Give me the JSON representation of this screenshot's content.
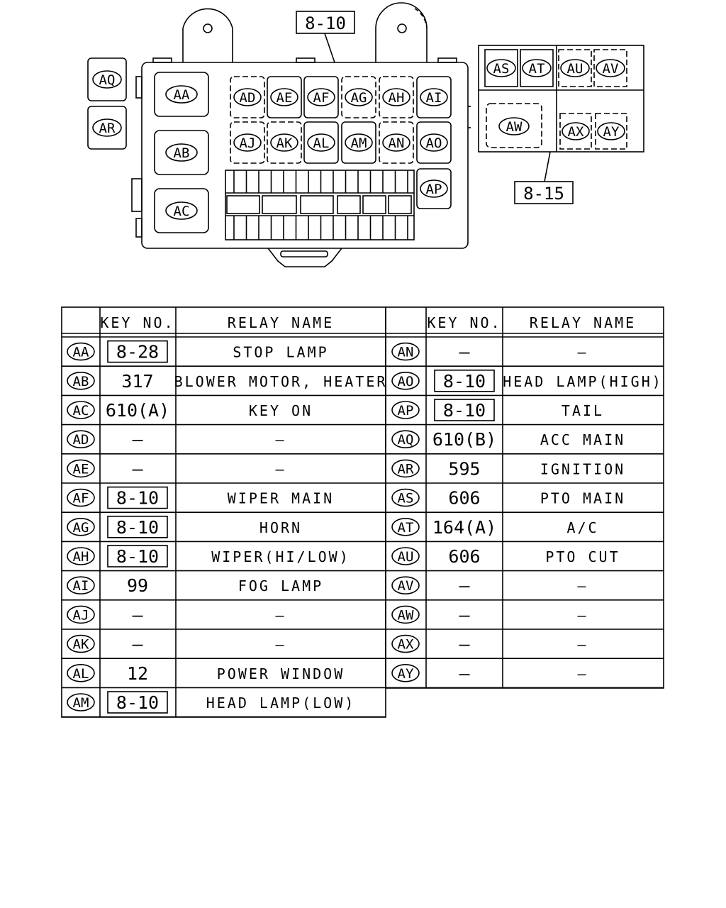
{
  "diagram": {
    "box_ref_main": "8-10",
    "box_ref_side": "8-15",
    "main_box_relays": [
      "AA",
      "AB",
      "AC",
      "AD",
      "AE",
      "AF",
      "AG",
      "AH",
      "AI",
      "AJ",
      "AK",
      "AL",
      "AM",
      "AN",
      "AO",
      "AP"
    ],
    "side_relays": [
      "AQ",
      "AR"
    ],
    "sub_box_relays": [
      "AS",
      "AT",
      "AU",
      "AV",
      "AW",
      "AX",
      "AY"
    ]
  },
  "table": {
    "headers": {
      "key_no": "KEY NO.",
      "relay_name": "RELAY NAME"
    },
    "left_rows": [
      {
        "id": "AA",
        "key": "8-28",
        "key_boxed": true,
        "name": "STOP LAMP"
      },
      {
        "id": "AB",
        "key": "317",
        "key_boxed": false,
        "name": "BLOWER MOTOR, HEATER"
      },
      {
        "id": "AC",
        "key": "610(A)",
        "key_boxed": false,
        "name": "KEY ON"
      },
      {
        "id": "AD",
        "key": "—",
        "key_boxed": false,
        "name": "—"
      },
      {
        "id": "AE",
        "key": "—",
        "key_boxed": false,
        "name": "—"
      },
      {
        "id": "AF",
        "key": "8-10",
        "key_boxed": true,
        "name": "WIPER MAIN"
      },
      {
        "id": "AG",
        "key": "8-10",
        "key_boxed": true,
        "name": "HORN"
      },
      {
        "id": "AH",
        "key": "8-10",
        "key_boxed": true,
        "name": "WIPER(HI/LOW)"
      },
      {
        "id": "AI",
        "key": "99",
        "key_boxed": false,
        "name": "FOG LAMP"
      },
      {
        "id": "AJ",
        "key": "—",
        "key_boxed": false,
        "name": "—"
      },
      {
        "id": "AK",
        "key": "—",
        "key_boxed": false,
        "name": "—"
      },
      {
        "id": "AL",
        "key": "12",
        "key_boxed": false,
        "name": "POWER WINDOW"
      },
      {
        "id": "AM",
        "key": "8-10",
        "key_boxed": true,
        "name": "HEAD LAMP(LOW)"
      }
    ],
    "right_rows": [
      {
        "id": "AN",
        "key": "—",
        "key_boxed": false,
        "name": "—"
      },
      {
        "id": "AO",
        "key": "8-10",
        "key_boxed": true,
        "name": "HEAD LAMP(HIGH)"
      },
      {
        "id": "AP",
        "key": "8-10",
        "key_boxed": true,
        "name": "TAIL"
      },
      {
        "id": "AQ",
        "key": "610(B)",
        "key_boxed": false,
        "name": "ACC MAIN"
      },
      {
        "id": "AR",
        "key": "595",
        "key_boxed": false,
        "name": "IGNITION"
      },
      {
        "id": "AS",
        "key": "606",
        "key_boxed": false,
        "name": "PTO MAIN"
      },
      {
        "id": "AT",
        "key": "164(A)",
        "key_boxed": false,
        "name": "A/C"
      },
      {
        "id": "AU",
        "key": "606",
        "key_boxed": false,
        "name": "PTO CUT"
      },
      {
        "id": "AV",
        "key": "—",
        "key_boxed": false,
        "name": "—"
      },
      {
        "id": "AW",
        "key": "—",
        "key_boxed": false,
        "name": "—"
      },
      {
        "id": "AX",
        "key": "—",
        "key_boxed": false,
        "name": "—"
      },
      {
        "id": "AY",
        "key": "—",
        "key_boxed": false,
        "name": "—"
      }
    ]
  }
}
